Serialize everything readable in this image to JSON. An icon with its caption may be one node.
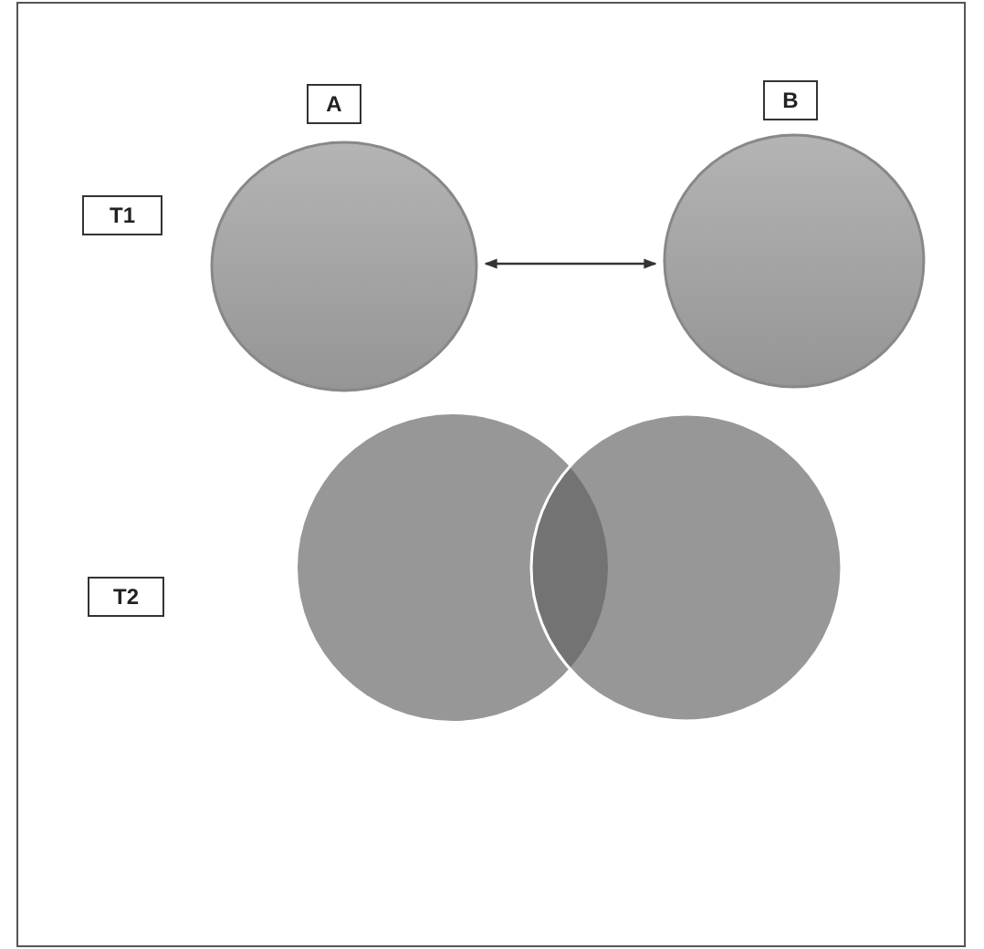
{
  "diagram": {
    "nodes": [
      {
        "text": [
          "A"
        ]
      },
      {
        "text": [
          "B"
        ]
      },
      {
        "text": [
          "T1"
        ]
      },
      {
        "text": [],
        "shape": "circle"
      },
      {
        "text": [],
        "shape": "circle"
      },
      {
        "text": [
          "T2"
        ]
      },
      {
        "text": [],
        "shape": "circle"
      },
      {
        "text": [],
        "shape": "circle"
      }
    ],
    "edges": [
      {
        "from": 3,
        "to": 4,
        "arrow": "both"
      }
    ]
  }
}
